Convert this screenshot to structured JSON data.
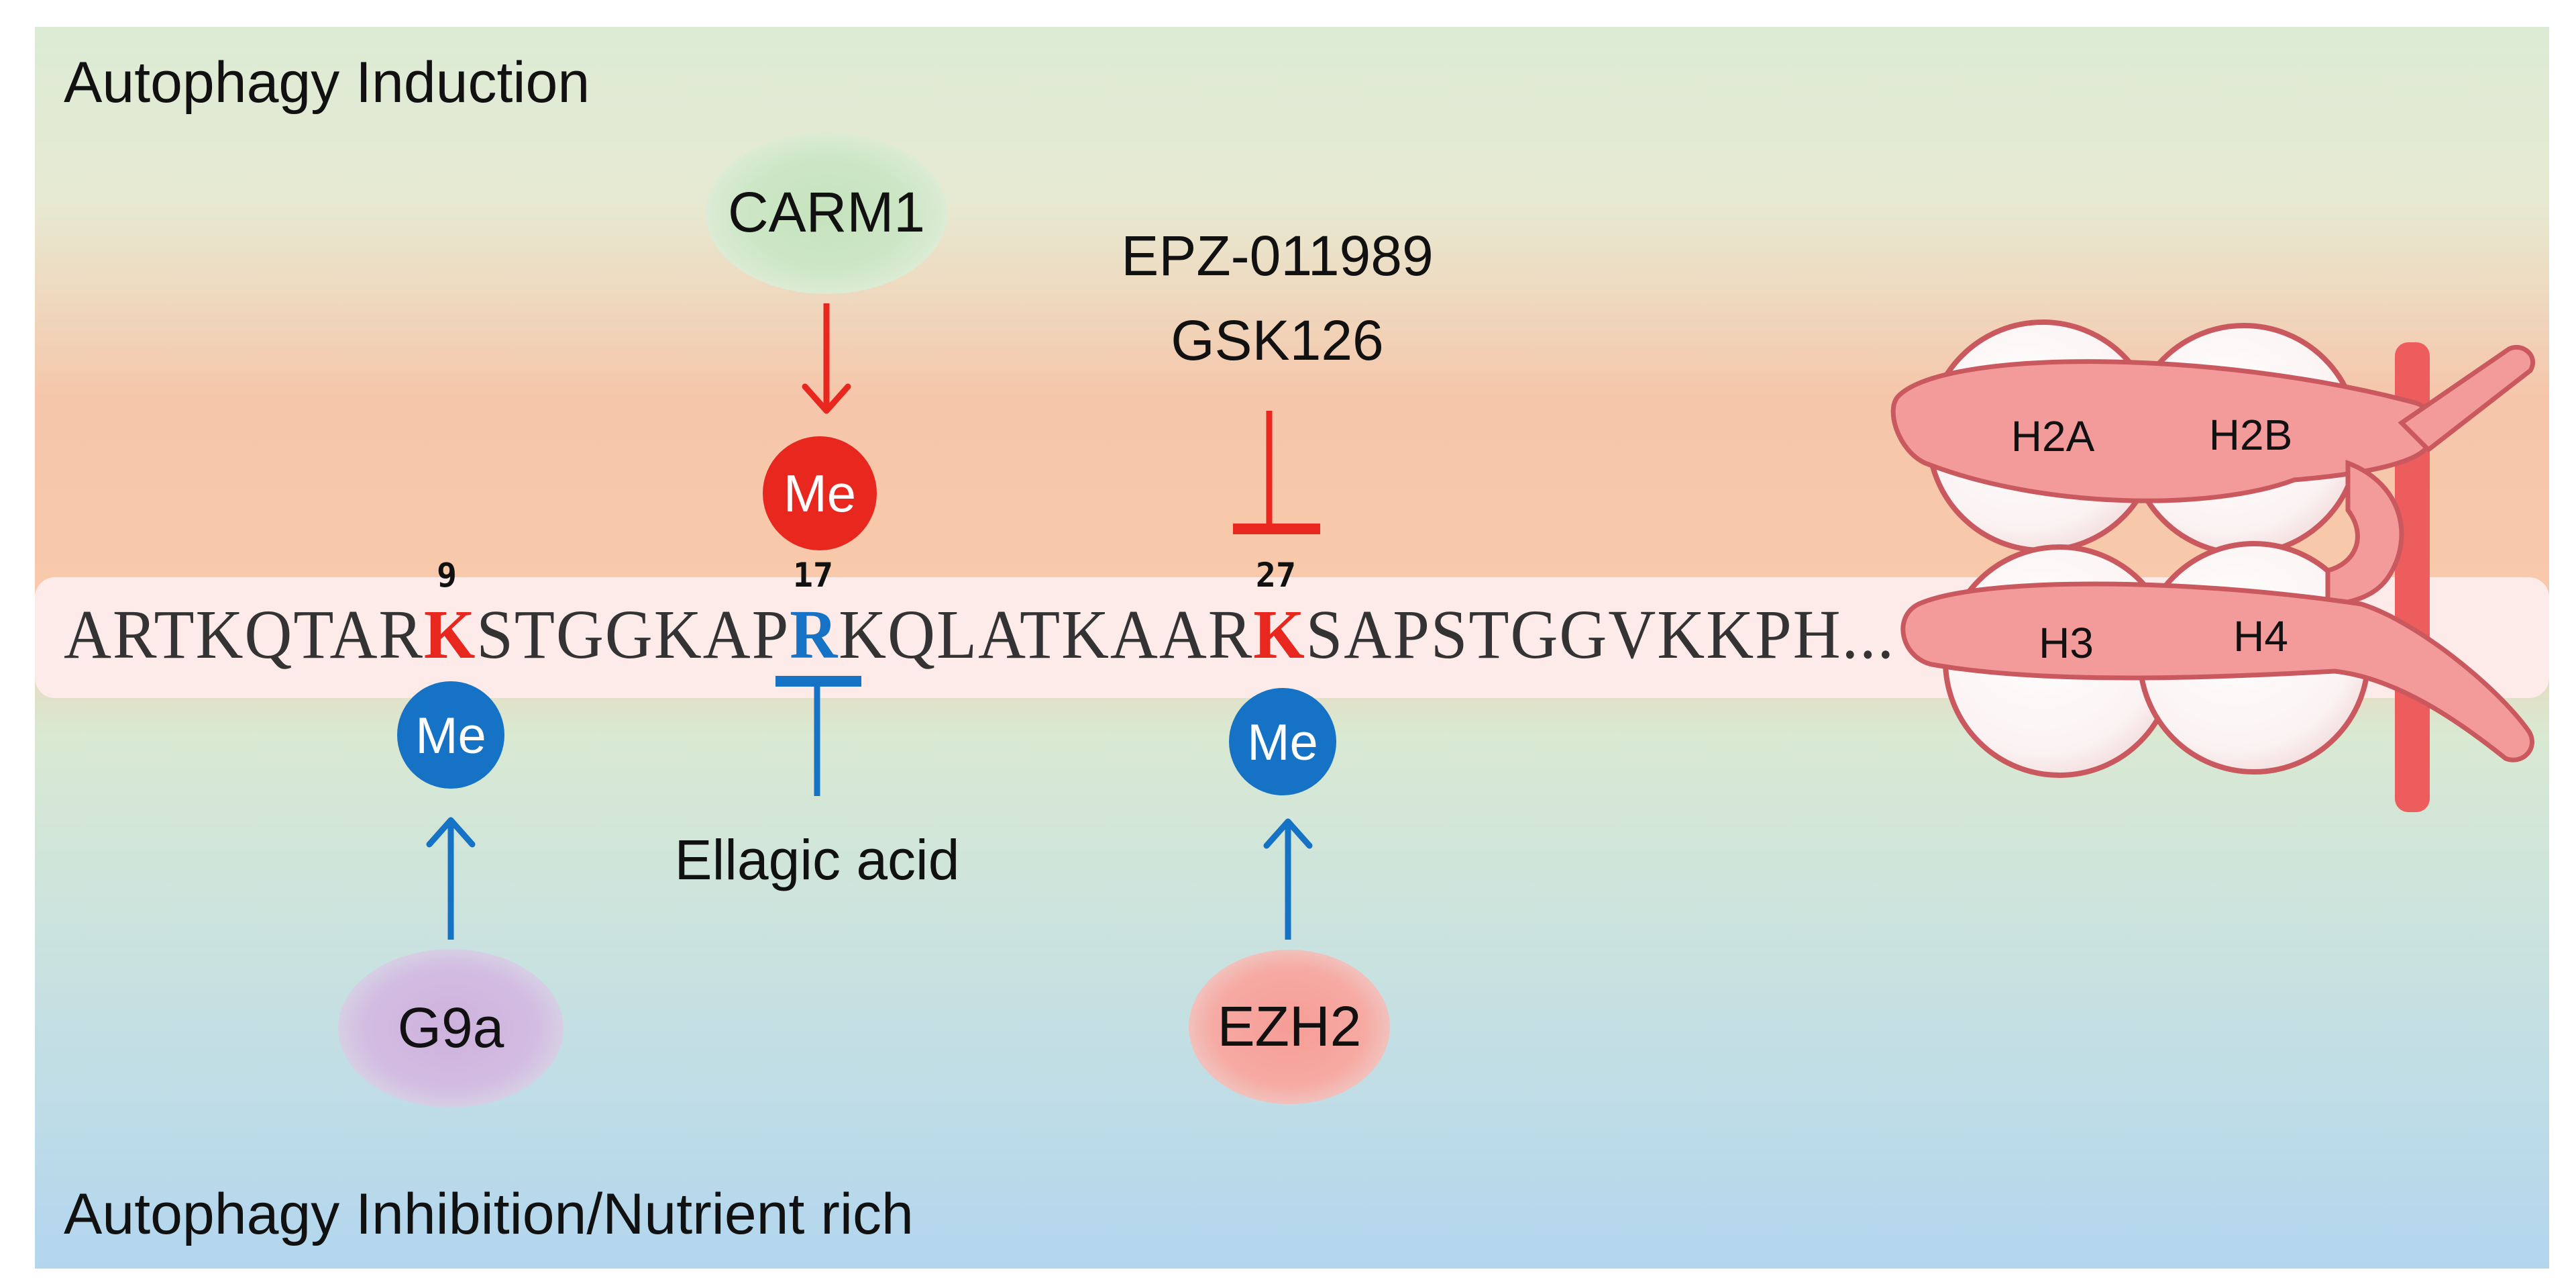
{
  "title_top": "Autophagy Induction",
  "title_bottom": "Autophagy Inhibition/Nutrient rich",
  "sequence": {
    "seg1": "ARTKQTAR",
    "k9": "K",
    "seg2": "STGGKAP",
    "r17": "R",
    "seg3": "KQLATKAAR",
    "k27": "K",
    "seg4": "SAPSTGGVKKPH",
    "ellipsis": "..."
  },
  "positions": {
    "p9": "9",
    "p17": "17",
    "p27": "27"
  },
  "enzymes": {
    "carm1": "CARM1",
    "g9a": "G9a",
    "ezh2": "EZH2"
  },
  "inhibitors": {
    "epz": "EPZ-011989",
    "gsk": "GSK126",
    "ellagic": "Ellagic acid"
  },
  "marks": {
    "me": "Me"
  },
  "histones": {
    "h2a": "H2A",
    "h2b": "H2B",
    "h3": "H3",
    "h4": "H4"
  },
  "colors": {
    "red": "#e8281e",
    "blue": "#1672c4",
    "histone_ribbon": "#f39a9a",
    "histone_edge": "#c9595e",
    "carm1_fill": "#cfe8c8",
    "g9a_fill": "#d5bde2",
    "ezh2_fill": "#f6aaa3"
  }
}
